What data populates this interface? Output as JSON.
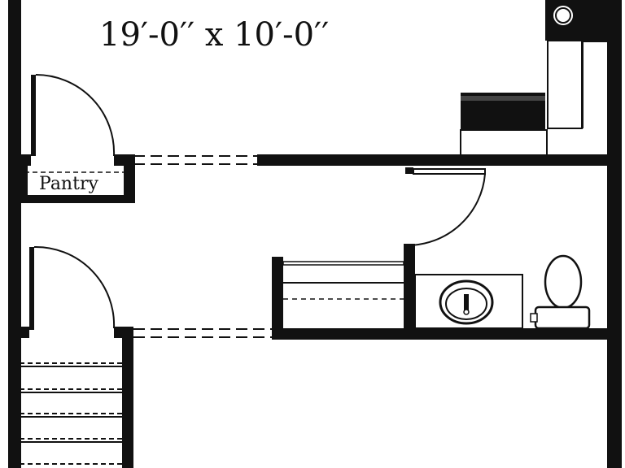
{
  "plan": {
    "dimension_label": "19′-0′′ x 10′-0′′",
    "rooms": {
      "pantry": "Pantry"
    },
    "colors": {
      "wall": "#111111",
      "line": "#111111",
      "background": "#ffffff"
    },
    "fixtures": [
      "washer-dryer",
      "counter",
      "sink-vanity",
      "toilet",
      "stairs",
      "doors"
    ]
  }
}
